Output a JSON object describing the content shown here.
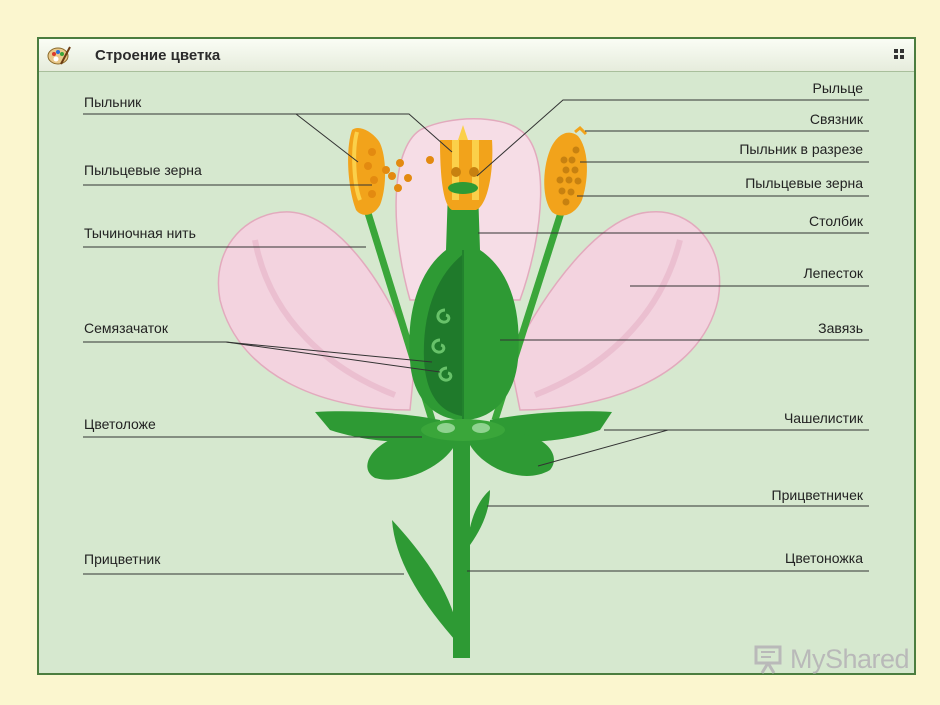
{
  "window": {
    "title": "Строение цветка"
  },
  "icons": {
    "app": "palette-icon",
    "grip": "grip-icon",
    "watermark": "presentation-icon"
  },
  "labels": {
    "left": {
      "anther": "Пыльник",
      "pollen_grains": "Пыльцевые зерна",
      "filament": "Тычиночная нить",
      "ovule": "Семязачаток",
      "receptacle": "Цветоложе",
      "bract": "Прицветник"
    },
    "right": {
      "stigma": "Рыльце",
      "connective": "Связник",
      "anther_section": "Пыльник в разрезе",
      "pollen_grains": "Пыльцевые зерна",
      "style": "Столбик",
      "petal": "Лепесток",
      "ovary": "Завязь",
      "sepal": "Чашелистик",
      "bracteole": "Прицветничек",
      "pedicel": "Цветоножка"
    }
  },
  "watermark": {
    "text": "MyShared"
  },
  "colors": {
    "background": "#fbf6cf",
    "panel": "#d6e8cf",
    "border": "#4b7d3f",
    "green": "#3aa63a",
    "dark_green": "#1f7a2b",
    "petal": "#f3d3df",
    "anther": "#f2a31b"
  }
}
